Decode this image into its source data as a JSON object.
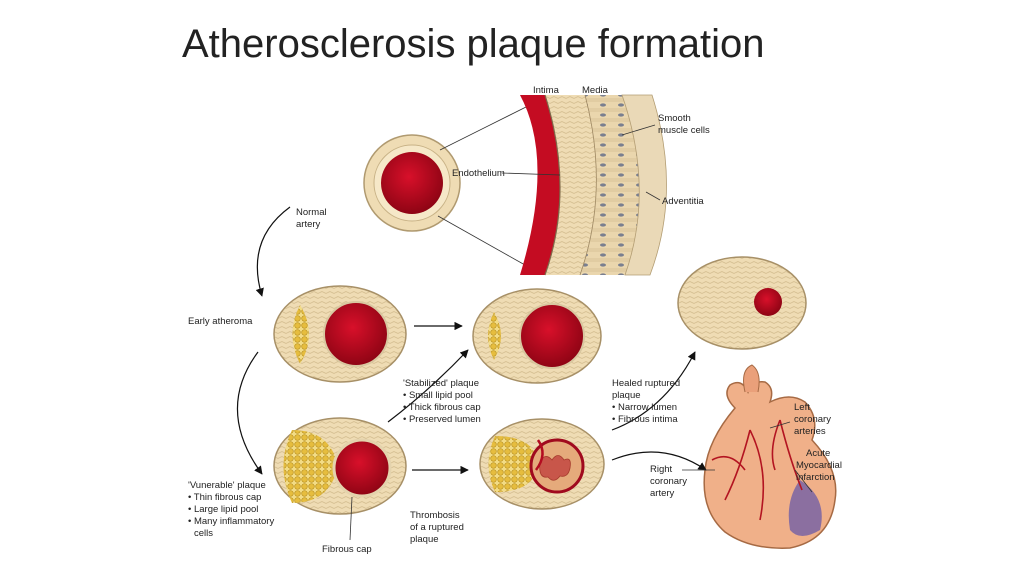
{
  "title": "Atherosclerosis plaque formation",
  "labels": {
    "intima": "Intima",
    "media": "Media",
    "smooth_muscle": [
      "Smooth",
      "muscle cells"
    ],
    "endothelium": "Endothelium",
    "adventitia": "Adventitia",
    "normal_artery": [
      "Normal",
      "artery"
    ],
    "early_atheroma": "Early atheroma",
    "stabilized": [
      "'Stabilized' plaque",
      "• Small lipid pool",
      "• Thick fibrous cap",
      "• Preserved lumen"
    ],
    "healed": [
      "Healed ruptured",
      "plaque",
      "• Narrow lumen",
      "• Fibrous intima"
    ],
    "vulnerable": [
      "'Vunerable' plaque",
      "• Thin fibrous cap",
      "• Large lipid pool",
      "• Many inflammatory",
      "cells"
    ],
    "fibrous_cap": "Fibrous cap",
    "thrombosis": [
      "Thrombosis",
      "of a ruptured",
      "plaque"
    ],
    "right_coronary": [
      "Right",
      "coronary",
      "artery"
    ],
    "left_coronary": [
      "Left",
      "coronary",
      "arteries"
    ],
    "acute_mi": [
      "Acute",
      "Myocardial",
      "infarction"
    ]
  },
  "colors": {
    "lumen": "#b5081e",
    "wall": "#efdcb4",
    "wall_edge": "#b09a70",
    "lipid": "#e9c85a",
    "infarct": "#6a5aa8",
    "heart": "#f0b089"
  }
}
